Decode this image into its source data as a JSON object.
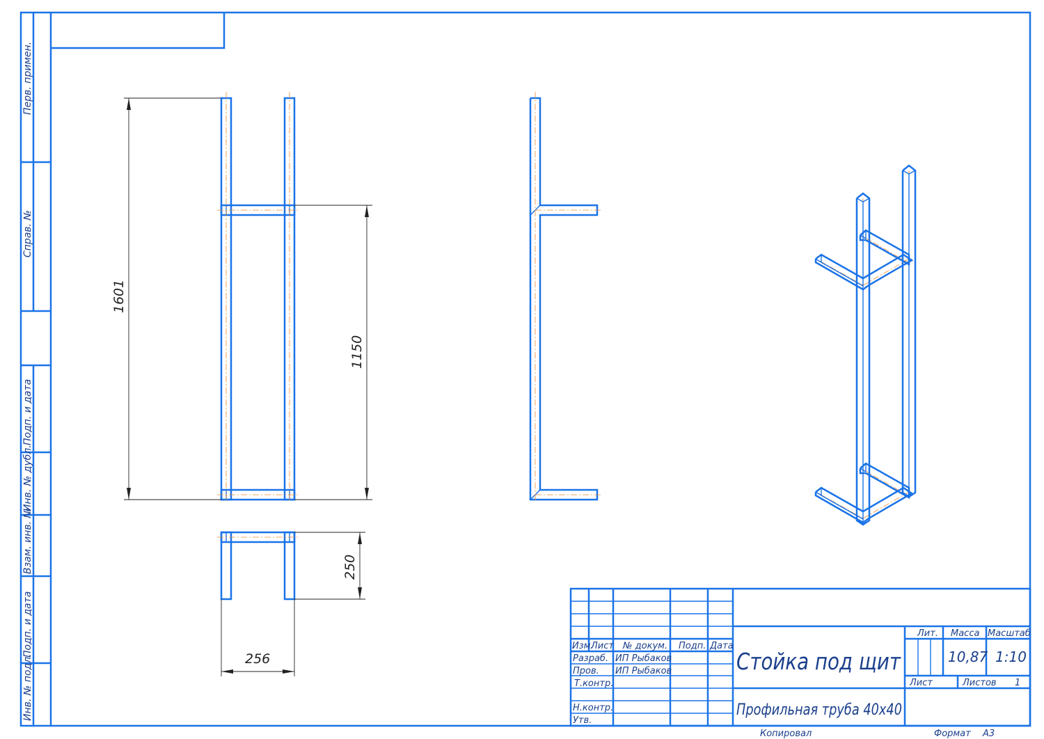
{
  "side_labels": [
    "Перв. примен.",
    "Справ. №",
    "Подп. и дата",
    "Инв. № дубл.",
    "Взам. инв. №",
    "Подп. и дата",
    "Инв. № подл."
  ],
  "dimensions": {
    "height_total": "1601",
    "height_mid": "1150",
    "depth": "250",
    "width": "256"
  },
  "title_block": {
    "headers": {
      "izm": "Изм.",
      "list": "Лист",
      "doc": "№ докум.",
      "podp": "Подп.",
      "date": "Дата"
    },
    "rows": [
      {
        "role": "Разраб.",
        "name": "ИП Рыбаков"
      },
      {
        "role": "Пров.",
        "name": "ИП Рыбаков"
      },
      {
        "role": "Т.контр.",
        "name": ""
      },
      {
        "role": "Н.контр.",
        "name": ""
      },
      {
        "role": "Утв.",
        "name": ""
      }
    ],
    "title": "Стойка под щит",
    "material": "Профильная труба 40х40",
    "lit_label": "Лит.",
    "mass_label": "Масса",
    "scale_label": "Масштаб",
    "mass": "10,87",
    "scale": "1:10",
    "sheet_label": "Лист",
    "sheets_label": "Листов",
    "sheets": "1",
    "copied": "Копировал",
    "format_label": "Формат",
    "format": "А3"
  }
}
